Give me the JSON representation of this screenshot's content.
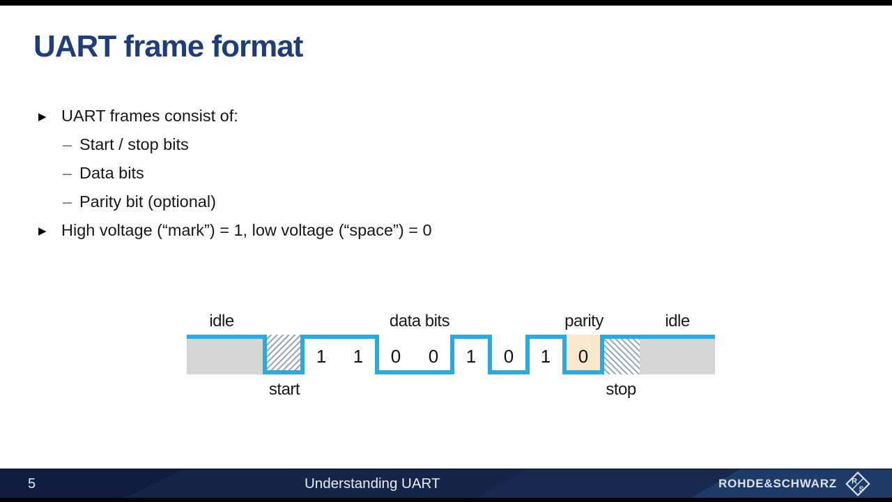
{
  "slide": {
    "title": "UART frame format",
    "markers": {
      "l1": "▶",
      "l2": "–"
    },
    "bullets": [
      {
        "level": 1,
        "text": "UART frames consist of:"
      },
      {
        "level": 2,
        "text": "Start / stop bits"
      },
      {
        "level": 2,
        "text": "Data bits"
      },
      {
        "level": 2,
        "text": "Parity bit (optional)"
      },
      {
        "level": 1,
        "text": "High voltage (“mark”) = 1, low voltage (“space”) = 0"
      }
    ]
  },
  "diagram": {
    "top_labels": {
      "idle_left": "idle",
      "data_bits": "data bits",
      "parity": "parity",
      "idle_right": "idle"
    },
    "bottom_labels": {
      "start": "start",
      "stop": "stop"
    },
    "data_bits": [
      "1",
      "1",
      "0",
      "0",
      "1",
      "0",
      "1"
    ],
    "parity_bit": "0",
    "colors": {
      "signal_line": "#29aae0",
      "idle_fill": "#d5d5d5",
      "parity_fill": "#fbe8cc",
      "hatch_line": "#92a2b8"
    }
  },
  "footer": {
    "page_number": "5",
    "title": "Understanding UART",
    "brand": "ROHDE&SCHWARZ",
    "logo": {
      "letter_top": "R",
      "letter_bottom": "S"
    }
  }
}
